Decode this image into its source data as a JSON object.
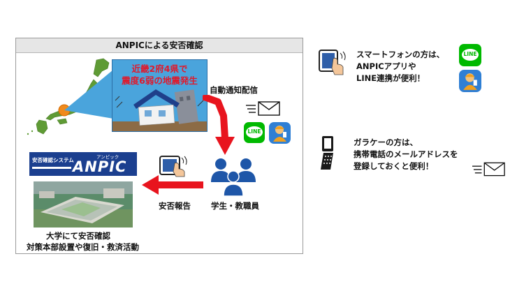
{
  "panel": {
    "title": "ANPICによる安否確認"
  },
  "quake": {
    "line1": "近畿2府4県で",
    "line2": "震度6弱の地震発生"
  },
  "flow": {
    "auto_notify": "自動通知配信",
    "recipients": "学生・教職員",
    "safety_report": "安否報告",
    "result_line1": "大学にて安否確認",
    "result_line2": "対策本部設置や復旧・救済活動"
  },
  "anpic_banner": {
    "small_text": "安否確認システム",
    "brand": "ANPIC",
    "ruby": "アンピック"
  },
  "smartphone": {
    "line1": "スマートフォンの方は、",
    "line2": "ANPICアプリや",
    "line3": "LINE連携が便利！"
  },
  "feature_phone": {
    "line1": "ガラケーの方は、",
    "line2": "携帯電話のメールアドレスを",
    "line3": "登録しておくと便利！"
  },
  "app_labels": {
    "line_app": "LINE"
  },
  "icons": [
    "japan-map-icon",
    "house-icon",
    "envelope-icon",
    "line-app-icon",
    "anpic-app-icon",
    "people-icon",
    "tablet-tap-icon",
    "feature-phone-icon",
    "arrow-right-icon",
    "arrow-left-icon"
  ],
  "colors": {
    "red": "#e8141e",
    "line_green": "#00b900",
    "people_blue": "#1e56a8",
    "quake_bg": "#4aa4dc",
    "quake_text": "#e0192b",
    "anpic_navy": "#1b3f8f"
  }
}
